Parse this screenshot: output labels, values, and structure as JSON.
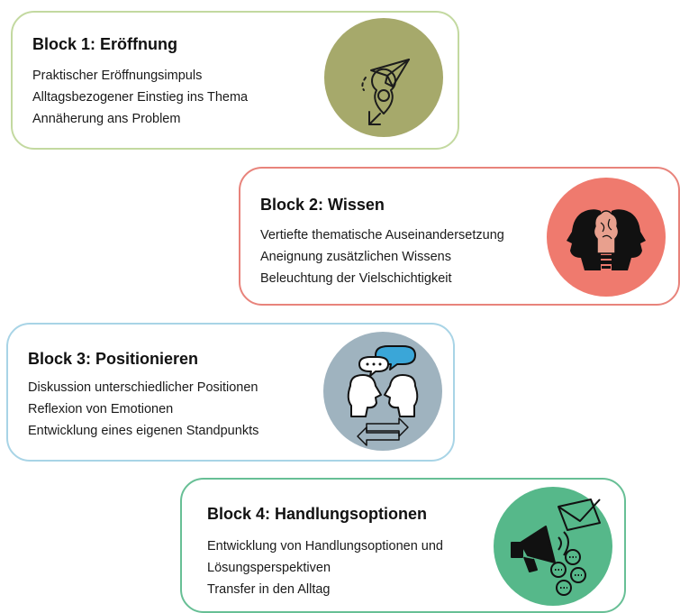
{
  "blocks": [
    {
      "title": "Block 1: Eröffnung",
      "lines": [
        "Praktischer Eröffnungsimpuls",
        "Alltagsbezogener Einstieg ins Thema",
        "Annäherung ans Problem"
      ],
      "icon": "paper-plane-location-icon",
      "color": "#a6a96b"
    },
    {
      "title": "Block 2: Wissen",
      "lines": [
        "Vertiefte thematische Auseinandersetzung",
        "Aneignung zusätzlichen Wissens",
        "Beleuchtung der Vielschichtigkeit"
      ],
      "icon": "head-brain-lightbulb-icon",
      "color": "#ef7a6e"
    },
    {
      "title": "Block 3: Positionieren",
      "lines": [
        "Diskussion unterschiedlicher Positionen",
        "Reflexion von Emotionen",
        "Entwicklung eines eigenen Standpunkts"
      ],
      "icon": "discussion-heads-icon",
      "color": "#9fb3bf"
    },
    {
      "title": "Block 4: Handlungsoptionen",
      "lines": [
        "Entwicklung von Handlungsoptionen und",
        "Lösungsperspektiven",
        "Transfer in den Alltag"
      ],
      "icon": "megaphone-mail-icon",
      "color": "#56b88a"
    }
  ]
}
